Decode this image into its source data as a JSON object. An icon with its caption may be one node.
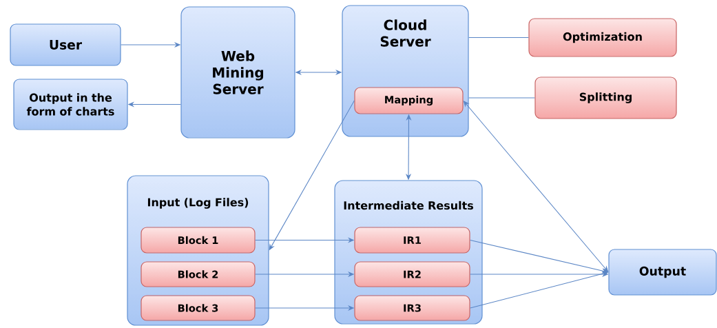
{
  "diagram": {
    "nodes": [
      {
        "text": [
          "User"
        ]
      },
      {
        "text": [
          "Output in the form of charts"
        ]
      },
      {
        "text": [
          "Web Mining Server"
        ]
      },
      {
        "text": [
          "Cloud Server"
        ]
      },
      {
        "text": [
          "Mapping"
        ],
        "in": 3
      },
      {
        "text": [
          "Optimization"
        ]
      },
      {
        "text": [
          "Splitting"
        ]
      },
      {
        "text": [
          "Input (Log Files)"
        ]
      },
      {
        "text": [
          "Block 1"
        ],
        "in": 7
      },
      {
        "text": [
          "Block 2"
        ],
        "in": 7
      },
      {
        "text": [
          "Block 3"
        ],
        "in": 7
      },
      {
        "text": [
          "Intermediate Results"
        ]
      },
      {
        "text": [
          "IR1"
        ],
        "in": 11
      },
      {
        "text": [
          "IR2"
        ],
        "in": 11
      },
      {
        "text": [
          "IR3"
        ],
        "in": 11
      },
      {
        "text": [
          "Output"
        ]
      }
    ],
    "edges": [
      {
        "from": 0,
        "to": 2,
        "arrow": "to"
      },
      {
        "from": 2,
        "to": 1,
        "arrow": "to"
      },
      {
        "from": 2,
        "to": 3,
        "arrow": "both"
      },
      {
        "from": 3,
        "to": 5,
        "arrow": "none"
      },
      {
        "from": 3,
        "to": 6,
        "arrow": "none"
      },
      {
        "from": 4,
        "to": 7,
        "arrow": "to"
      },
      {
        "from": 4,
        "to": 11,
        "arrow": "both"
      },
      {
        "from": 4,
        "to": 15,
        "arrow": "both"
      },
      {
        "from": 8,
        "to": 12,
        "arrow": "to"
      },
      {
        "from": 9,
        "to": 13,
        "arrow": "to"
      },
      {
        "from": 10,
        "to": 14,
        "arrow": "to"
      },
      {
        "from": 12,
        "to": 15,
        "arrow": "to"
      },
      {
        "from": 13,
        "to": 15,
        "arrow": "to"
      },
      {
        "from": 14,
        "to": 15,
        "arrow": "to"
      }
    ]
  }
}
